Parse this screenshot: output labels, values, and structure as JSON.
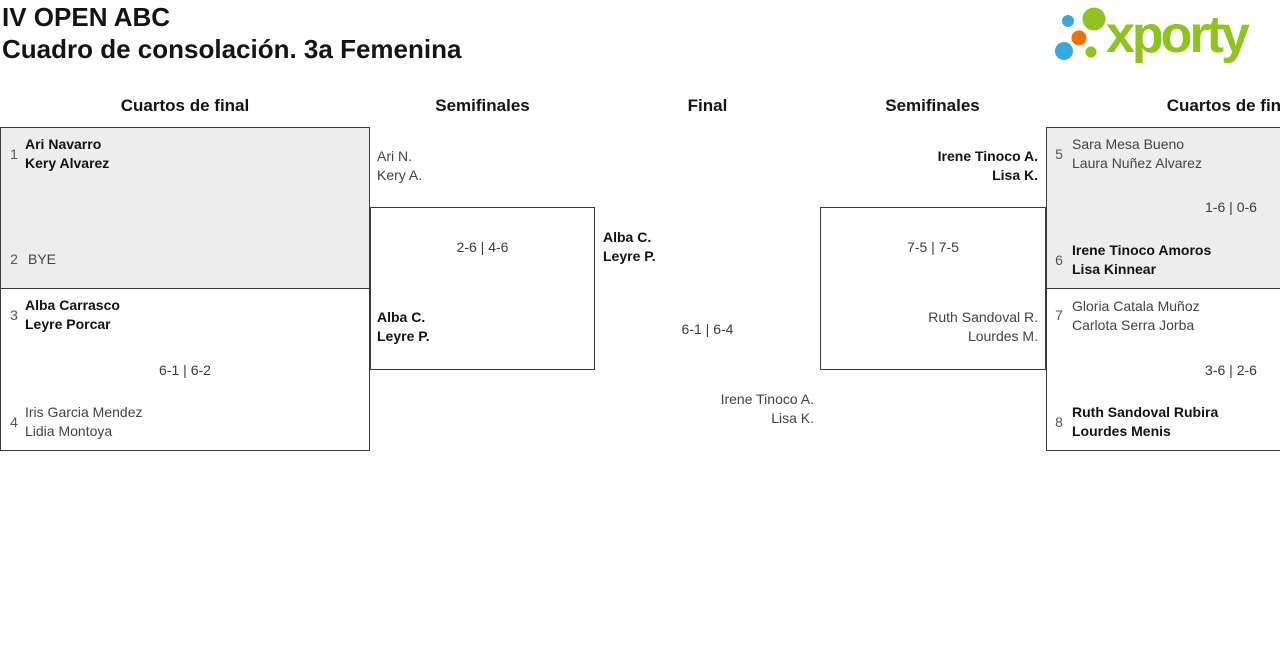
{
  "header": {
    "title": "IV OPEN ABC",
    "subtitle": "Cuadro de consolación. 3a Femenina"
  },
  "logo": {
    "wordmark": "xporty",
    "colors": {
      "green": "#8FC31E",
      "blue": "#36A9E1",
      "orange": "#EE7202"
    }
  },
  "rounds": [
    "Cuartos de final",
    "Semifinales",
    "Final",
    "Semifinales",
    "Cuartos de final"
  ],
  "bracket": {
    "grey_box_fill": "#EDEDED",
    "matches": {
      "l_qf1": {
        "seed_a": "1",
        "team_a": [
          "Ari Navarro",
          "Kery Alvarez"
        ],
        "seed_b": "2",
        "team_b": [
          "BYE"
        ],
        "score": "",
        "winner": "team_a"
      },
      "l_qf2": {
        "seed_a": "3",
        "team_a": [
          "Alba Carrasco",
          "Leyre Porcar"
        ],
        "seed_b": "4",
        "team_b": [
          "Iris Garcia Mendez",
          "Lidia Montoya"
        ],
        "score": "6-1 | 6-2",
        "winner": "team_a"
      },
      "l_sf": {
        "team_a": [
          "Ari N.",
          "Kery A."
        ],
        "team_b": [
          "Alba C.",
          "Leyre P."
        ],
        "score": "2-6 | 4-6",
        "winner": "team_b"
      },
      "final": {
        "team_a": [
          "Alba C.",
          "Leyre P."
        ],
        "team_b": [
          "Irene Tinoco A.",
          "Lisa K."
        ],
        "score": "6-1 | 6-4",
        "winner": "team_a"
      },
      "r_sf": {
        "team_a": [
          "Irene Tinoco A.",
          "Lisa K."
        ],
        "team_b": [
          "Ruth Sandoval R.",
          "Lourdes M."
        ],
        "score": "7-5 | 7-5",
        "winner": "team_a"
      },
      "r_qf1": {
        "seed_a": "5",
        "team_a": [
          "Sara Mesa Bueno",
          "Laura Nuñez Alvarez"
        ],
        "seed_b": "6",
        "team_b": [
          "Irene Tinoco Amoros",
          "Lisa Kinnear"
        ],
        "score": "1-6 | 0-6",
        "winner": "team_b"
      },
      "r_qf2": {
        "seed_a": "7",
        "team_a": [
          "Gloria Catala Muñoz",
          "Carlota Serra Jorba"
        ],
        "seed_b": "8",
        "team_b": [
          "Ruth Sandoval Rubira",
          "Lourdes Menis"
        ],
        "score": "3-6 | 2-6",
        "winner": "team_b"
      }
    }
  }
}
